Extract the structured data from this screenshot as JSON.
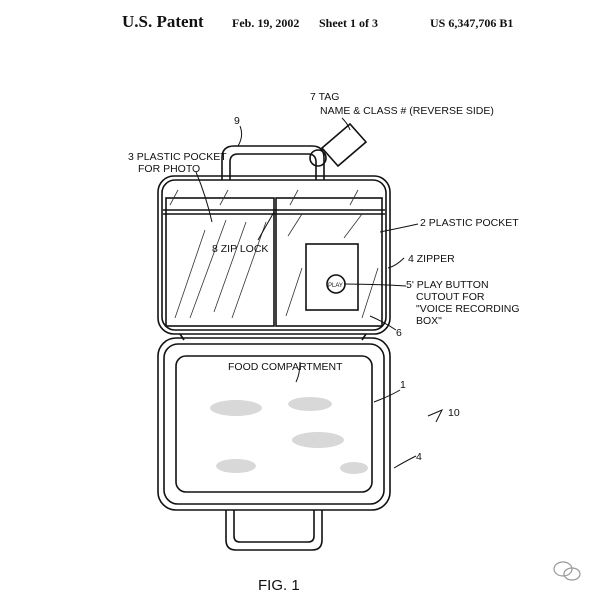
{
  "header": {
    "title": "U.S. Patent",
    "date": "Feb. 19, 2002",
    "sheet": "Sheet 1 of 3",
    "number": "US 6,347,706 B1"
  },
  "labels": {
    "tag_line1": "7 TAG",
    "tag_line2": "NAME & CLASS # (REVERSE SIDE)",
    "handle_ref": "9",
    "photo_line1": "3 PLASTIC POCKET",
    "photo_line2": "FOR PHOTO",
    "pocket": "2 PLASTIC POCKET",
    "ziplock": "8 ZIP LOCK",
    "zipper": "4 ZIPPER",
    "play_line1": "5' PLAY BUTTON",
    "play_line2": "CUTOUT FOR",
    "play_line3": "\"VOICE RECORDING",
    "play_line4": "BOX\"",
    "play_button": "PLAY",
    "ref_6": "6",
    "food": "FOOD COMPARTMENT",
    "ref_1": "1",
    "ref_10": "10",
    "ref_4": "4"
  },
  "caption": "FIG. 1"
}
